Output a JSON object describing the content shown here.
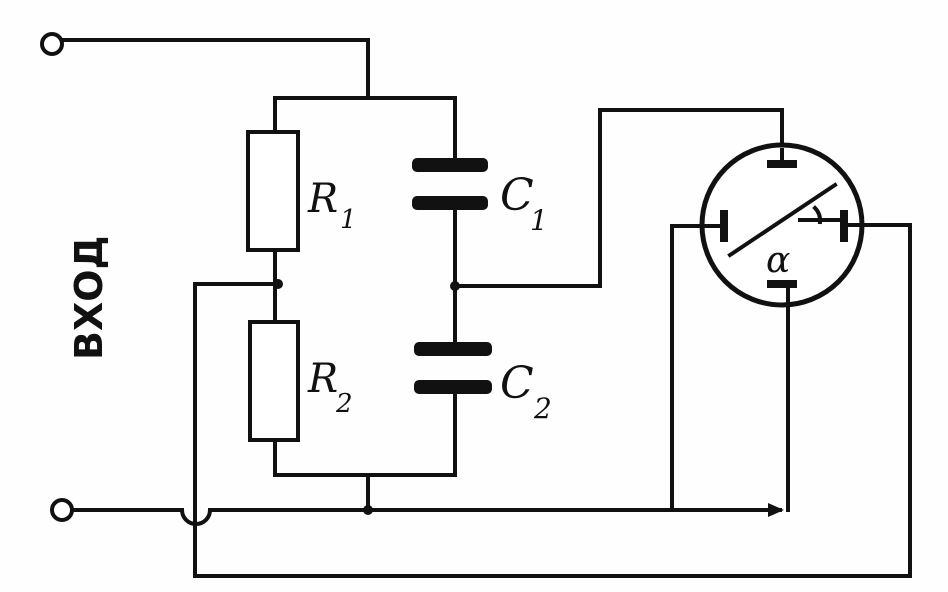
{
  "diagram": {
    "input_label": "ВХОД",
    "components": {
      "r1": {
        "letter": "R",
        "index": "1"
      },
      "r2": {
        "letter": "R",
        "index": "2"
      },
      "c1": {
        "letter": "C",
        "index": "1"
      },
      "c2": {
        "letter": "C",
        "index": "2"
      }
    },
    "meter_symbol": "α"
  }
}
